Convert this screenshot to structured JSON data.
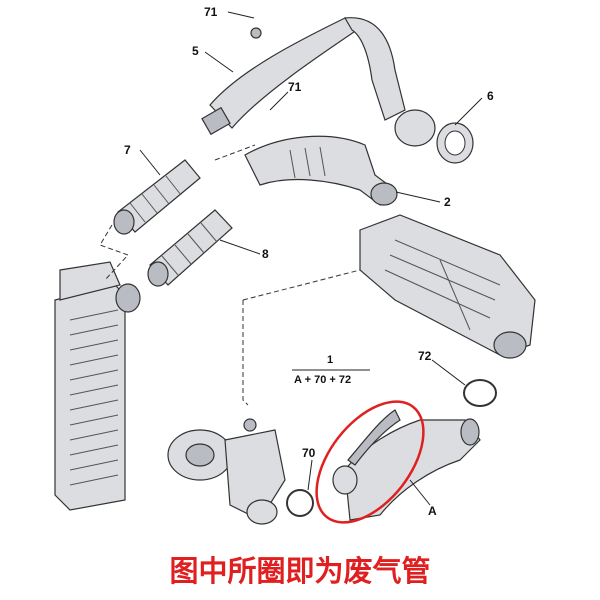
{
  "diagram": {
    "callouts": {
      "c71_top": "71",
      "c5": "5",
      "c71_mid": "71",
      "c6": "6",
      "c7": "7",
      "c2": "2",
      "c8": "8",
      "c72": "72",
      "c70": "70",
      "cA": "A"
    },
    "assembly": {
      "part": "1",
      "formula": "A + 70 + 72"
    },
    "highlight_color": "#e02020"
  },
  "caption": {
    "text": "图中所圈即为废气管",
    "color": "#e02020"
  }
}
